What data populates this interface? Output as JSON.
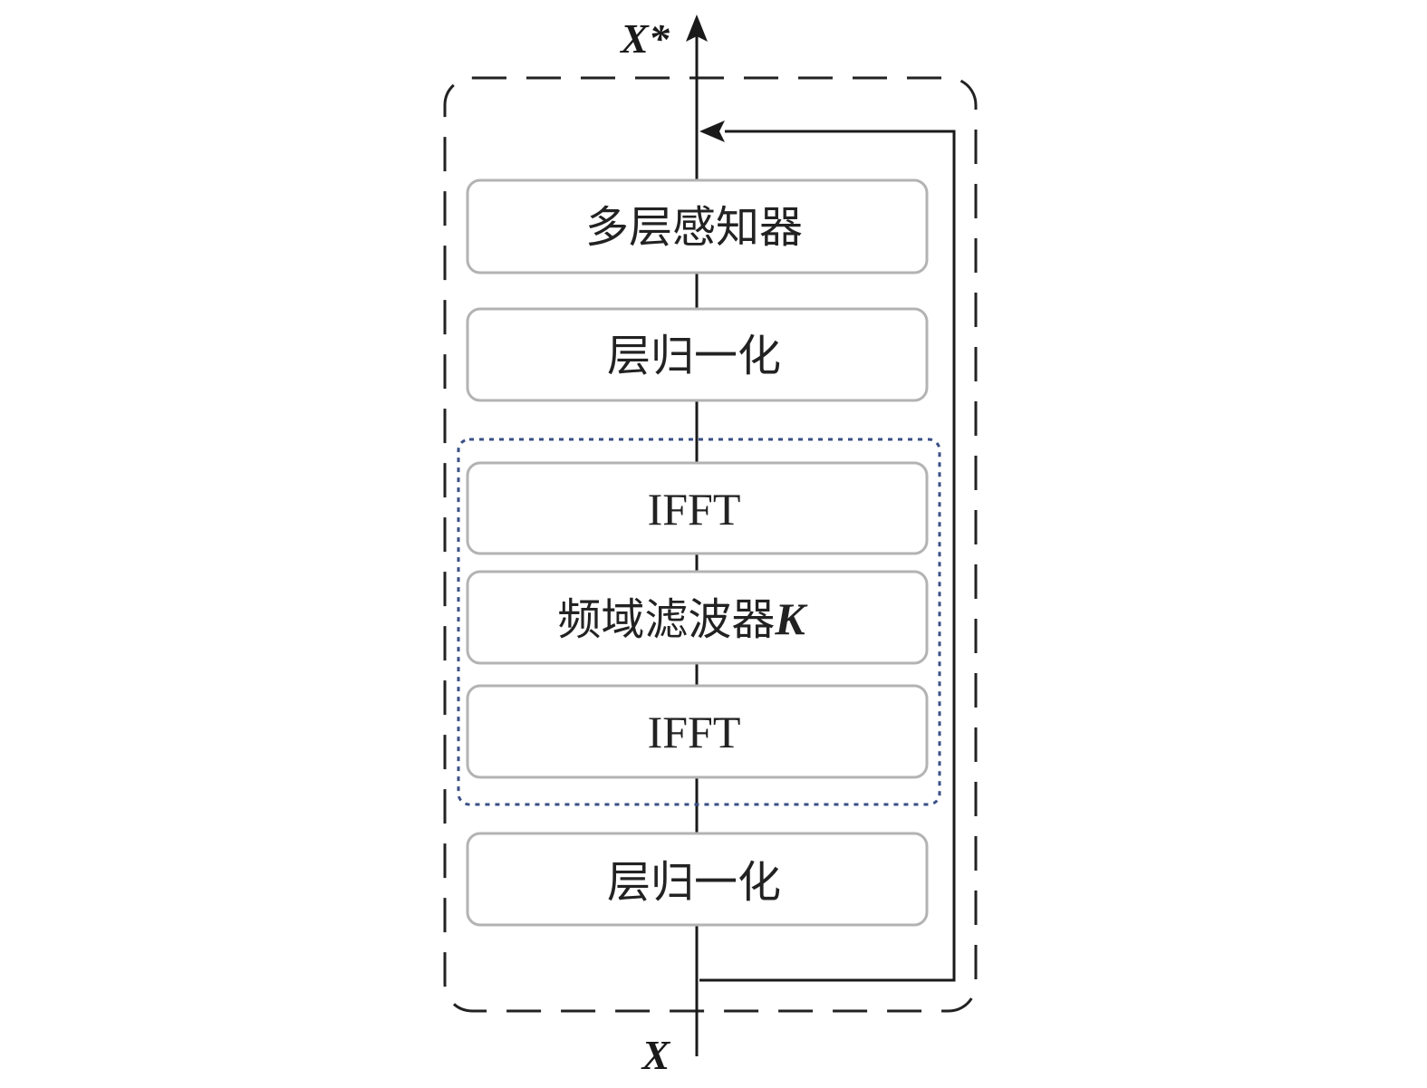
{
  "diagram": {
    "output_label": "X*",
    "input_label": "X",
    "blocks": [
      {
        "id": "mlp",
        "label": "多层感知器"
      },
      {
        "id": "layernorm-top",
        "label": "层归一化"
      },
      {
        "id": "ifft-top",
        "label": "IFFT"
      },
      {
        "id": "freq-filter",
        "label": "频域滤波器",
        "label_suffix": "K"
      },
      {
        "id": "ifft-bottom",
        "label": "IFFT"
      },
      {
        "id": "layernorm-bottom",
        "label": "层归一化"
      }
    ],
    "colors": {
      "line": "#1a1a1a",
      "block_border": "#b3b3b3",
      "outer_dash": "#222222",
      "inner_dot": "#3a4f86",
      "text": "#222222"
    }
  }
}
